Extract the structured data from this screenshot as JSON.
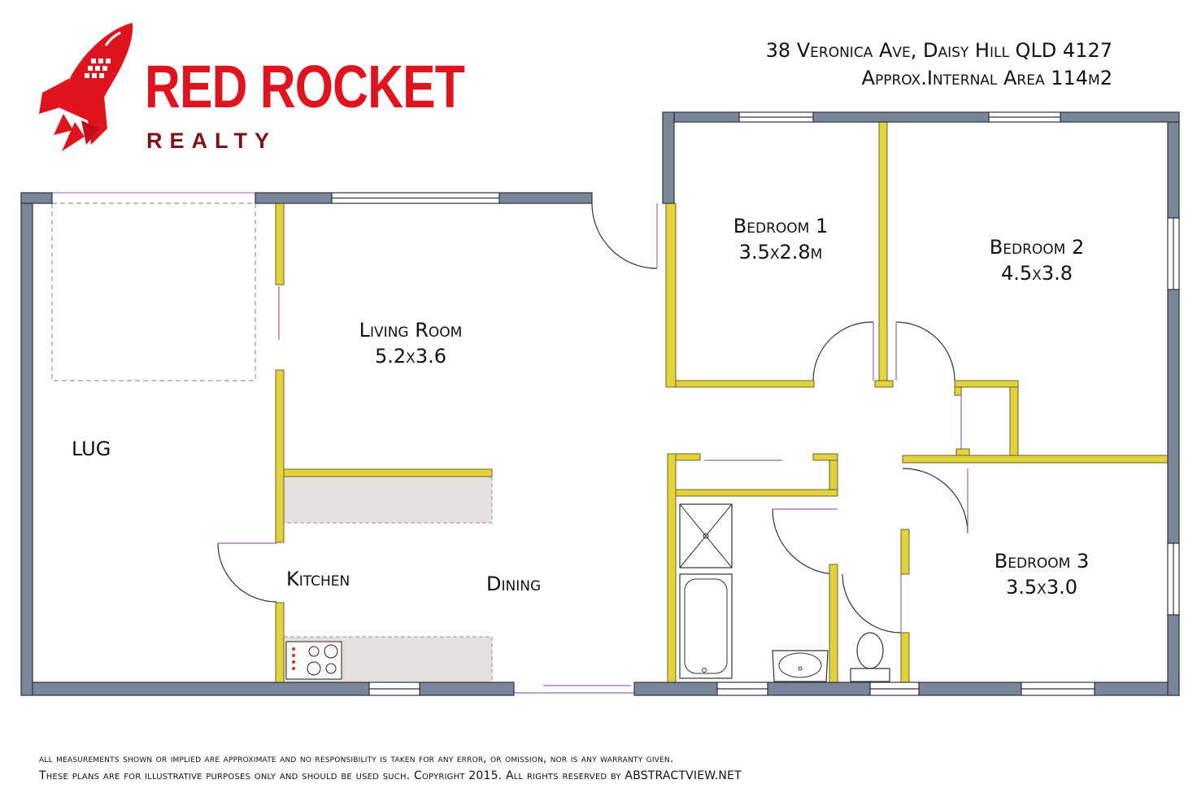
{
  "brand": {
    "name": "RED ROCKET",
    "tagline": "REALTY",
    "colors": {
      "primary": "#e0141e",
      "secondary": "#7a1418"
    },
    "icon": "rocket-icon"
  },
  "property": {
    "address": "38 Veronica Ave, Daisy Hill QLD 4127",
    "area": "Approx.Internal Area 114m2"
  },
  "rooms": {
    "bedroom1": {
      "name": "Bedroom 1",
      "size": "3.5x2.8m"
    },
    "bedroom2": {
      "name": "Bedroom 2",
      "size": "4.5x3.8"
    },
    "bedroom3": {
      "name": "Bedroom 3",
      "size": "3.5x3.0"
    },
    "living": {
      "name": "Living Room",
      "size": "5.2x3.6"
    },
    "lug": {
      "name": "LUG"
    },
    "kitchen": {
      "name": "Kitchen"
    },
    "dining": {
      "name": "Dining"
    }
  },
  "colors": {
    "exterior_wall": "#7b8698",
    "interior_wall": "#e3d33a",
    "bench": "#e4e0de",
    "fixture_line": "#9a66a8"
  },
  "disclaimer": {
    "line1": "all measurements shown or implied are approximate and no responsibility is taken for any error, or omission, nor is any warranty given.",
    "line2": "These plans are for illustrative purposes only and should be used such. Copyright 2015. All rights reserved by ABSTRACTVIEW.NET"
  }
}
